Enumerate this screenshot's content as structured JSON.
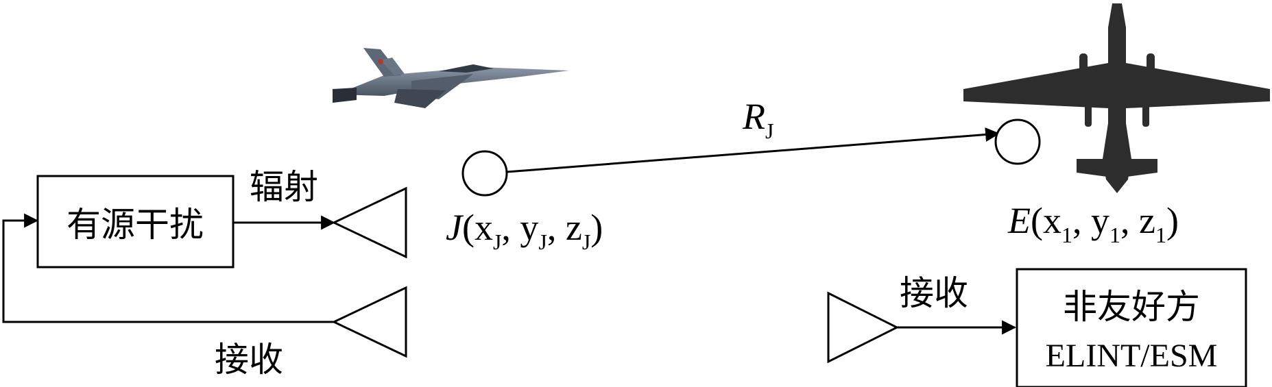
{
  "left_group": {
    "jammer_box_label": "有源干扰",
    "radiate_label": "辐射",
    "receive_label": "接收"
  },
  "jammer": {
    "name": "J",
    "coords": "(x",
    "sub_x": "J",
    "sep1": ", y",
    "sub_y": "J",
    "sep2": ", z",
    "sub_z": "J",
    "close": ")"
  },
  "range": {
    "name": "R",
    "sub": "J"
  },
  "enemy": {
    "name": "E",
    "coords": "(x",
    "sub_x": "1",
    "sep1": ", y",
    "sub_y": "1",
    "sep2": ", z",
    "sub_z": "1",
    "close": ")"
  },
  "right_group": {
    "receive_label": "接收",
    "box_line1": "非友好方",
    "box_line2": "ELINT/ESM"
  }
}
